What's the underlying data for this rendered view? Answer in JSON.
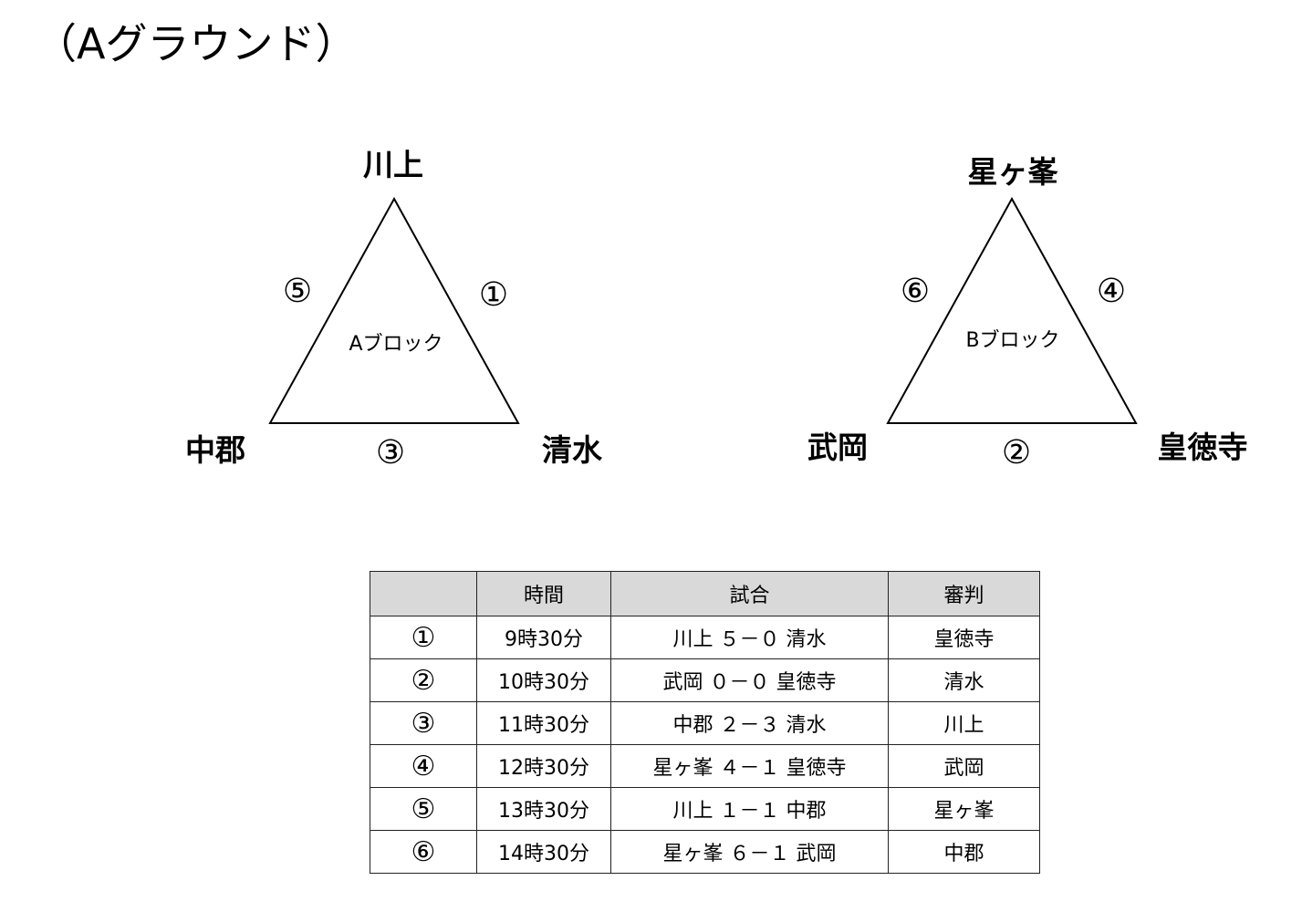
{
  "page_title": "（Aグラウンド）",
  "blocks": [
    {
      "name": "Aブロック",
      "top_team": "川上",
      "left_team": "中郡",
      "right_team": "清水",
      "left_edge_match": "⑤",
      "right_edge_match": "①",
      "bottom_edge_match": "③"
    },
    {
      "name": "Bブロック",
      "top_team": "星ヶ峯",
      "left_team": "武岡",
      "right_team": "皇徳寺",
      "left_edge_match": "⑥",
      "right_edge_match": "④",
      "bottom_edge_match": "②"
    }
  ],
  "schedule": {
    "headers": [
      "",
      "時間",
      "試合",
      "審判"
    ],
    "rows": [
      {
        "num": "①",
        "time": "9時30分",
        "match": "川上 ５－０ 清水",
        "referee": "皇徳寺"
      },
      {
        "num": "②",
        "time": "10時30分",
        "match": "武岡 ０－０ 皇徳寺",
        "referee": "清水"
      },
      {
        "num": "③",
        "time": "11時30分",
        "match": "中郡 ２－３ 清水",
        "referee": "川上"
      },
      {
        "num": "④",
        "time": "12時30分",
        "match": "星ヶ峯 ４－１ 皇徳寺",
        "referee": "武岡"
      },
      {
        "num": "⑤",
        "time": "13時30分",
        "match": "川上 １－１ 中郡",
        "referee": "星ヶ峯"
      },
      {
        "num": "⑥",
        "time": "14時30分",
        "match": "星ヶ峯 ６－１ 武岡",
        "referee": "中郡"
      }
    ]
  }
}
